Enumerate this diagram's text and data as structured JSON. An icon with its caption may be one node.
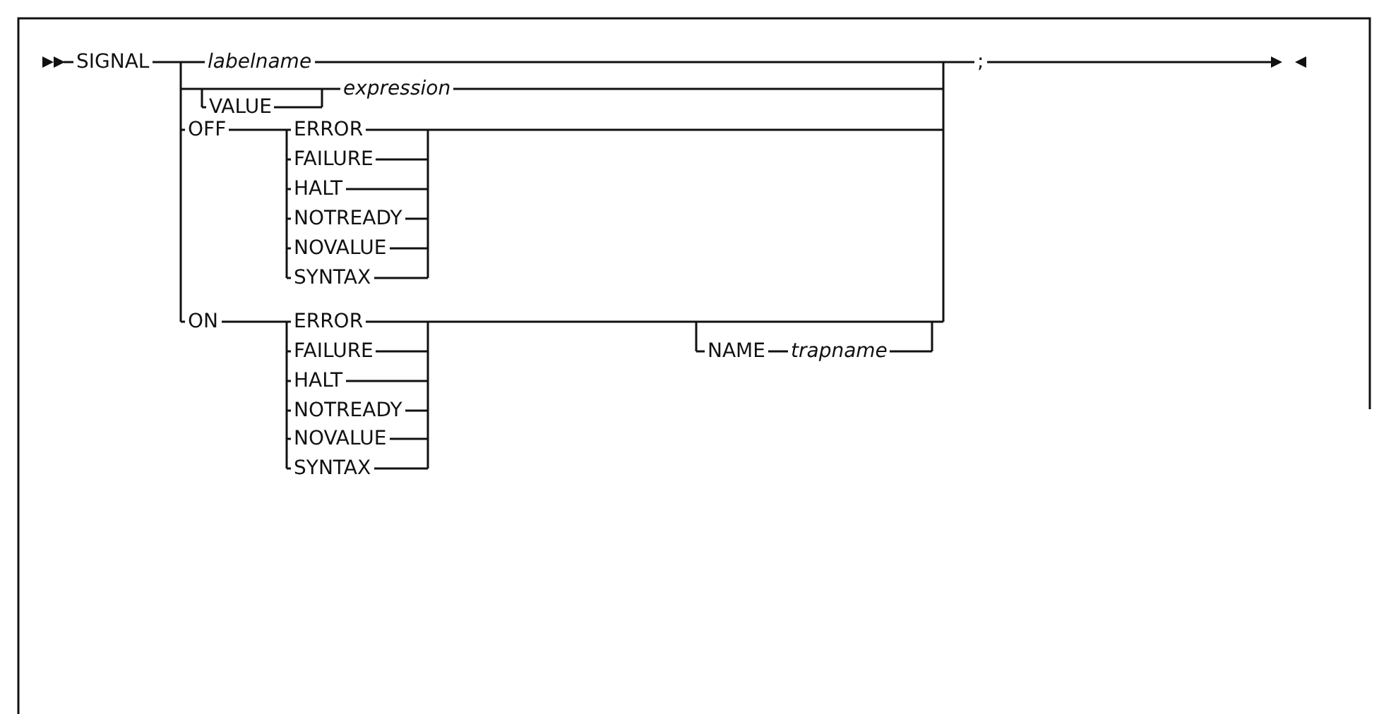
{
  "diagram": {
    "labels": [
      "SIGNAL",
      "labelname",
      ";",
      "expression",
      "VALUE",
      "OFF",
      "ERROR",
      "FAILURE",
      "HALT",
      "NOTREADY",
      "NOVALUE",
      "SYNTAX",
      "ON",
      "ERROR",
      "FAILURE",
      "NAME",
      "trapname",
      "HALT",
      "NOTREADY",
      "NOVALUE",
      "SYNTAX"
    ]
  }
}
